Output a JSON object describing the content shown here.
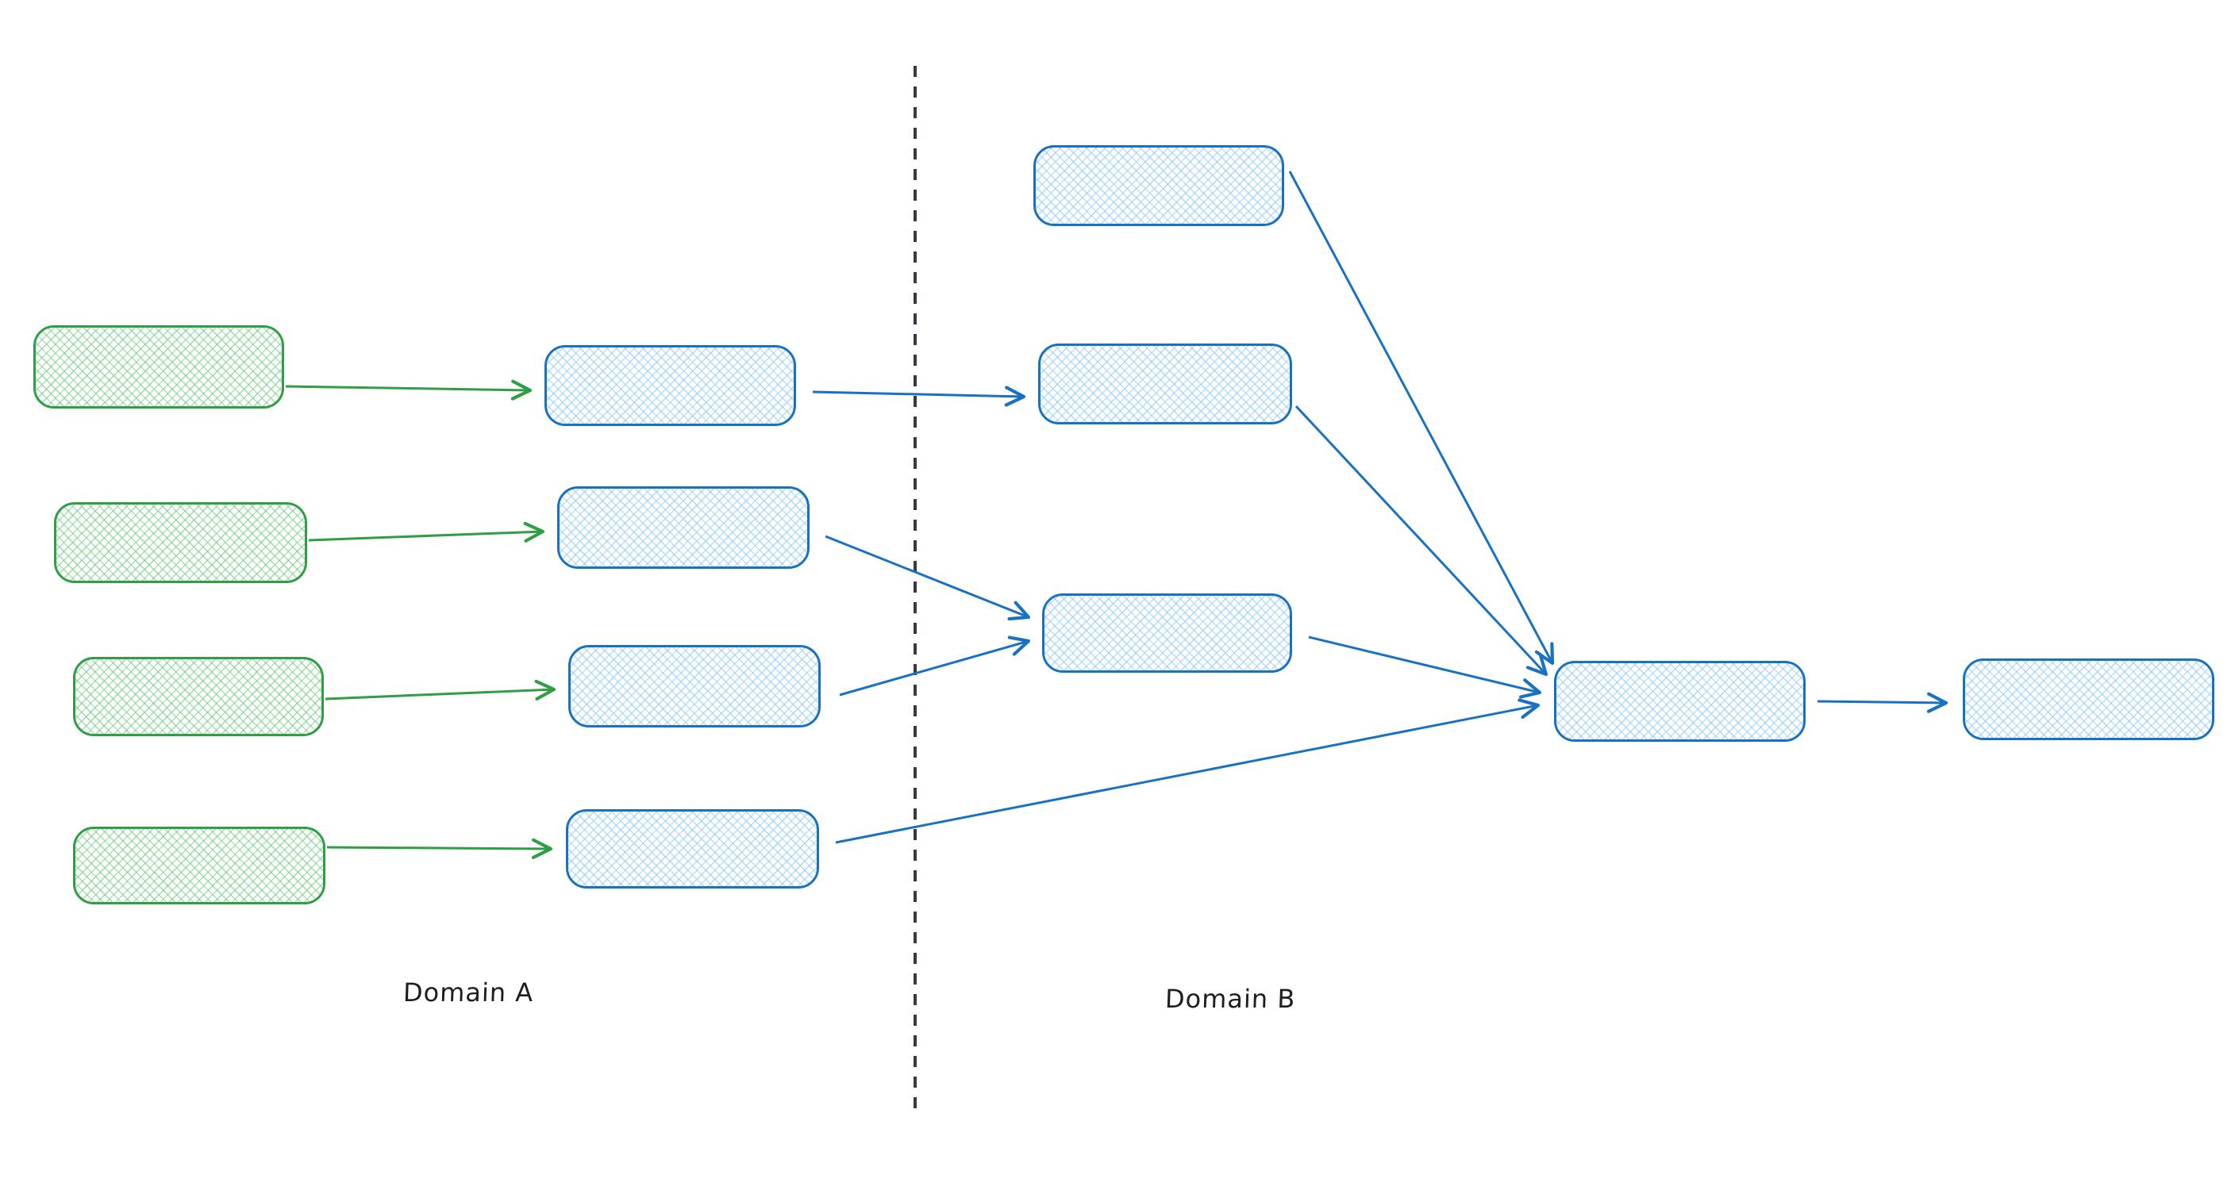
{
  "diagram": {
    "labels": {
      "domain_a": "Domain A",
      "domain_b": "Domain B"
    },
    "colors": {
      "source_node_stroke": "#2f9e44",
      "source_node_fill": "#b2f2bb",
      "process_node_stroke": "#1971c2",
      "process_node_fill": "#a5d8ff",
      "divider": "#343a40",
      "label_text": "#1e1e1e",
      "background": "#ffffff"
    },
    "structure": {
      "domain_a_source_nodes": 4,
      "domain_a_intermediate_nodes": 4,
      "domain_b_left_nodes": 3,
      "domain_b_convergence_nodes": 1,
      "domain_b_output_nodes": 1,
      "edges": [
        {
          "from": "green-1",
          "to": "blue-a1",
          "color": "green"
        },
        {
          "from": "green-2",
          "to": "blue-a2",
          "color": "green"
        },
        {
          "from": "green-3",
          "to": "blue-a3",
          "color": "green"
        },
        {
          "from": "green-4",
          "to": "blue-a4",
          "color": "green"
        },
        {
          "from": "blue-a1",
          "to": "blue-b2",
          "color": "blue"
        },
        {
          "from": "blue-a2",
          "to": "blue-b3",
          "color": "blue"
        },
        {
          "from": "blue-a3",
          "to": "blue-b3",
          "color": "blue"
        },
        {
          "from": "blue-a4",
          "to": "blue-c",
          "color": "blue"
        },
        {
          "from": "blue-b1",
          "to": "blue-c",
          "color": "blue"
        },
        {
          "from": "blue-b2",
          "to": "blue-c",
          "color": "blue"
        },
        {
          "from": "blue-b3",
          "to": "blue-c",
          "color": "blue"
        },
        {
          "from": "blue-c",
          "to": "blue-d",
          "color": "blue"
        }
      ]
    }
  }
}
